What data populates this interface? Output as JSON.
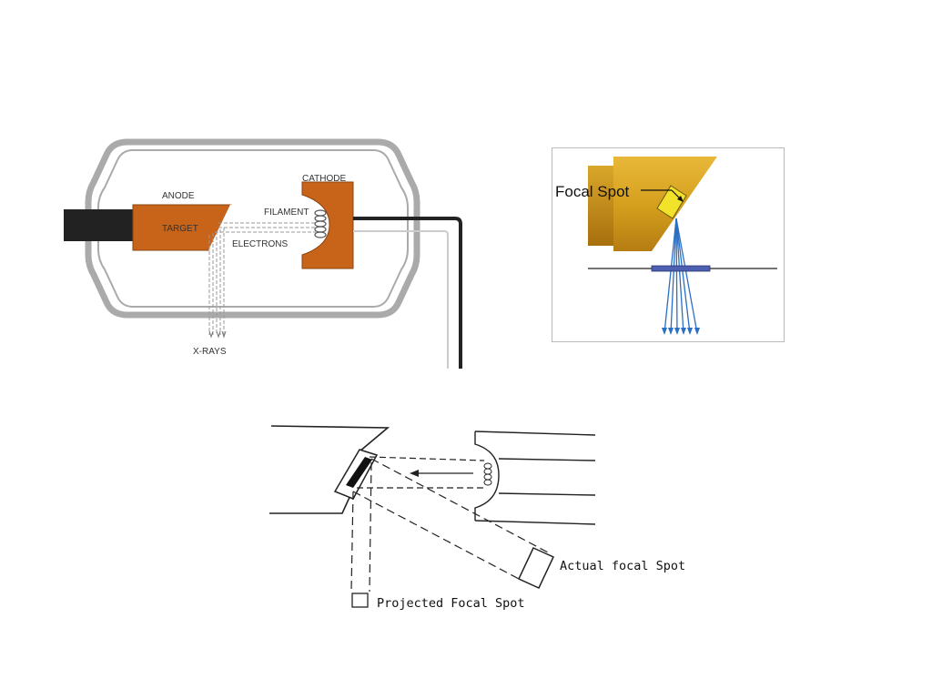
{
  "tube_diagram": {
    "labels": {
      "anode": "ANODE",
      "target": "TARGET",
      "cathode": "CATHODE",
      "filament": "FILAMENT",
      "electrons": "ELECTRONS",
      "xrays": "X-RAYS"
    },
    "colors": {
      "electrode": "#c8641a",
      "envelope_outline": "#aaaaaa",
      "anode_rod": "#222222",
      "cable": "#222222"
    }
  },
  "focal_spot_diagram": {
    "label": "Focal Spot",
    "colors": {
      "anode_gold": "#d6a01e",
      "focal_spot": "#f2e22a",
      "rays": "#2b6fc4",
      "filter": "#4d5fb0"
    }
  },
  "projection_diagram": {
    "labels": {
      "actual": "Actual focal Spot",
      "projected": "Projected Focal Spot"
    }
  }
}
